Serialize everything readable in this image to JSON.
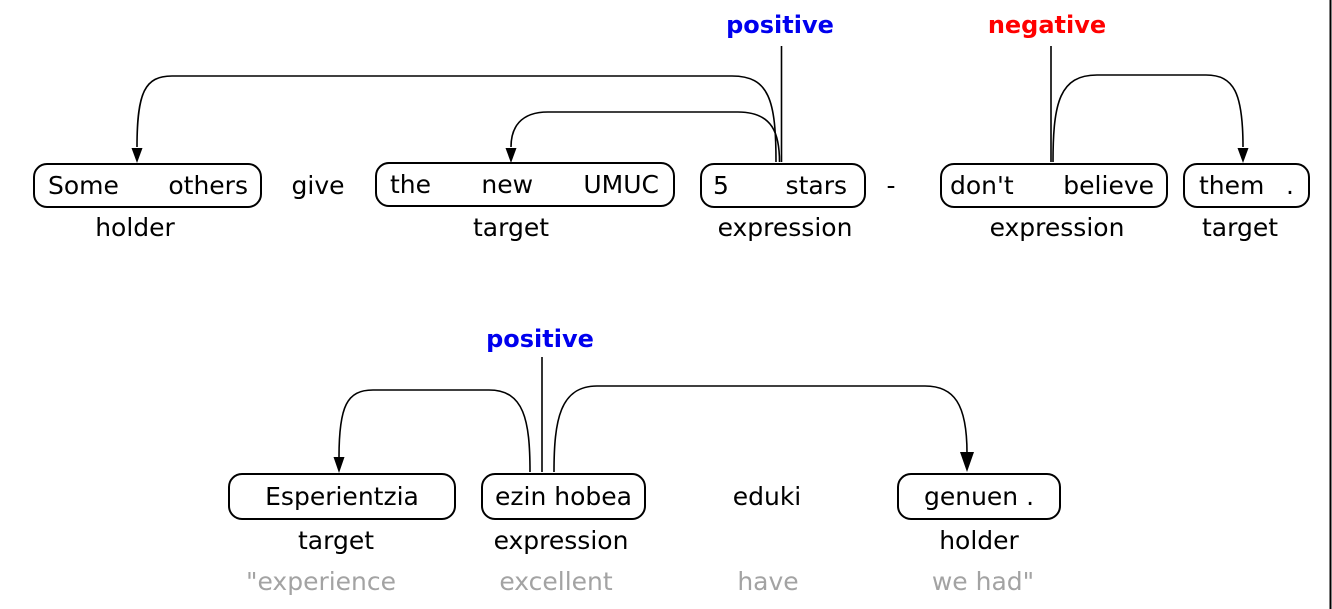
{
  "figure_type": "structured-sentiment-graph-annotation",
  "colors": {
    "positive_label": "#0000ee",
    "negative_label": "#ff0000",
    "gloss_text": "#a3a3a3",
    "ink": "#000000"
  },
  "ex1": {
    "positive": "positive",
    "negative": "negative",
    "give": "give",
    "dash": "-",
    "holder": {
      "w1": "Some",
      "w2": "others",
      "role": "holder"
    },
    "target": {
      "w1": "the",
      "w2": "new",
      "w3": "UMUC",
      "role": "target"
    },
    "expression1": {
      "w1": "5",
      "w2": "stars",
      "role": "expression"
    },
    "expression2": {
      "w1": "don't",
      "w2": "believe",
      "role": "expression"
    },
    "target2": {
      "w1": "them",
      "w2": ".",
      "role": "target"
    }
  },
  "ex2": {
    "positive": "positive",
    "target": {
      "w1": "Esperientzia",
      "role": "target",
      "gloss": "\"experience"
    },
    "expression": {
      "w1": "ezin hobea",
      "role": "expression",
      "gloss": "excellent"
    },
    "plain": {
      "w1": "eduki",
      "gloss": "have"
    },
    "holder": {
      "w1": "genuen .",
      "role": "holder",
      "gloss": "we had\""
    }
  }
}
